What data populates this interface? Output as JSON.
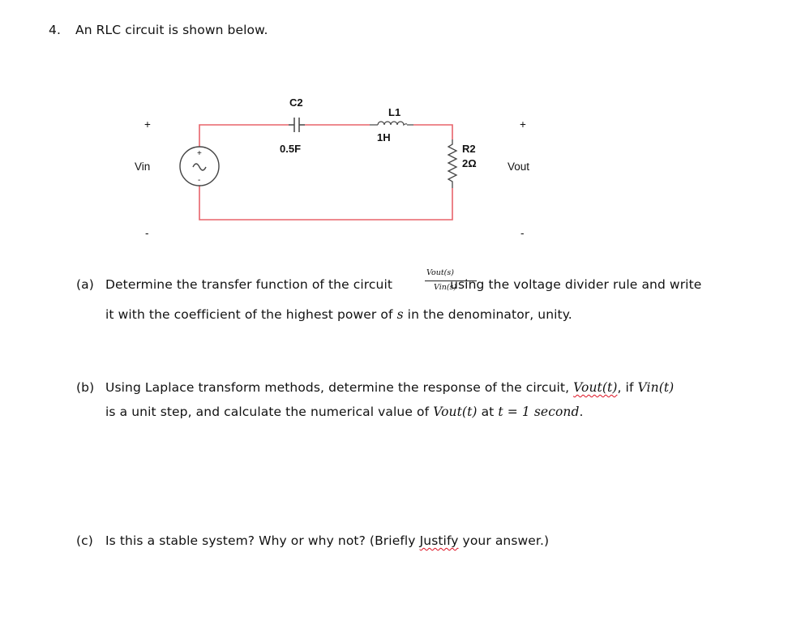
{
  "question": {
    "number": "4.",
    "intro": "An RLC circuit is shown below."
  },
  "circuit": {
    "capacitor": {
      "name": "C2",
      "value": "0.5F"
    },
    "inductor": {
      "name": "L1",
      "value": "1H"
    },
    "resistor": {
      "name": "R2",
      "value": "2Ω"
    },
    "source_label": "Vin",
    "output_label": "Vout",
    "plus_sign": "+",
    "minus_sign": "-",
    "wire_color": "#e8636a"
  },
  "parts": {
    "a": {
      "marker": "(a)",
      "line1_before": "Determine the transfer function of the circuit ",
      "fraction_num": "Vout(s)",
      "fraction_den": "Vin(s)",
      "line1_after": "using the voltage divider rule and write",
      "line2_before": "it with the coefficient of the highest power of ",
      "line2_var": "s",
      "line2_after": " in the denominator, unity."
    },
    "b": {
      "marker": "(b)",
      "line1_before": "Using Laplace transform methods, determine the response of the circuit, ",
      "line1_math1": "Vout(t)",
      "line1_mid": ", if ",
      "line1_math2": "Vin(t)",
      "line2_before": "is a unit step, and calculate the numerical value of ",
      "line2_math1": "Vout(t)",
      "line2_mid": " at ",
      "line2_math2": "t",
      "line2_math3": " = 1 second",
      "line2_end": "."
    },
    "c": {
      "marker": "(c)",
      "text_before": "Is this a stable system? Why or why not? (Briefly ",
      "text_misspelled": "Justify",
      "text_after": " your answer.)"
    }
  }
}
